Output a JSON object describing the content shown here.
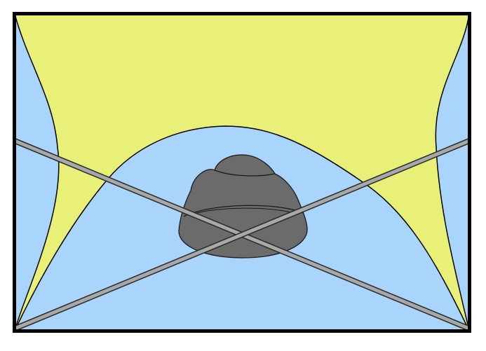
{
  "colors": {
    "background": "#ffffff",
    "frame": "#000000",
    "sky_blue": "#a9d4fb",
    "yellow": "#e9f077",
    "object_gray": "#6b6b6b",
    "object_outline": "#1a1a1a",
    "line_fill": "#a8a8a8",
    "line_outline": "#2a2a2a"
  },
  "elements": {
    "frame": "rectangular-frame",
    "background_region": "blue-region",
    "upper_region": "yellow-region",
    "center_object": "gray-stacked-object",
    "crossing_lines": [
      "diagonal-line-top-left-to-bottom-right",
      "diagonal-line-bottom-left-to-top-right"
    ]
  }
}
